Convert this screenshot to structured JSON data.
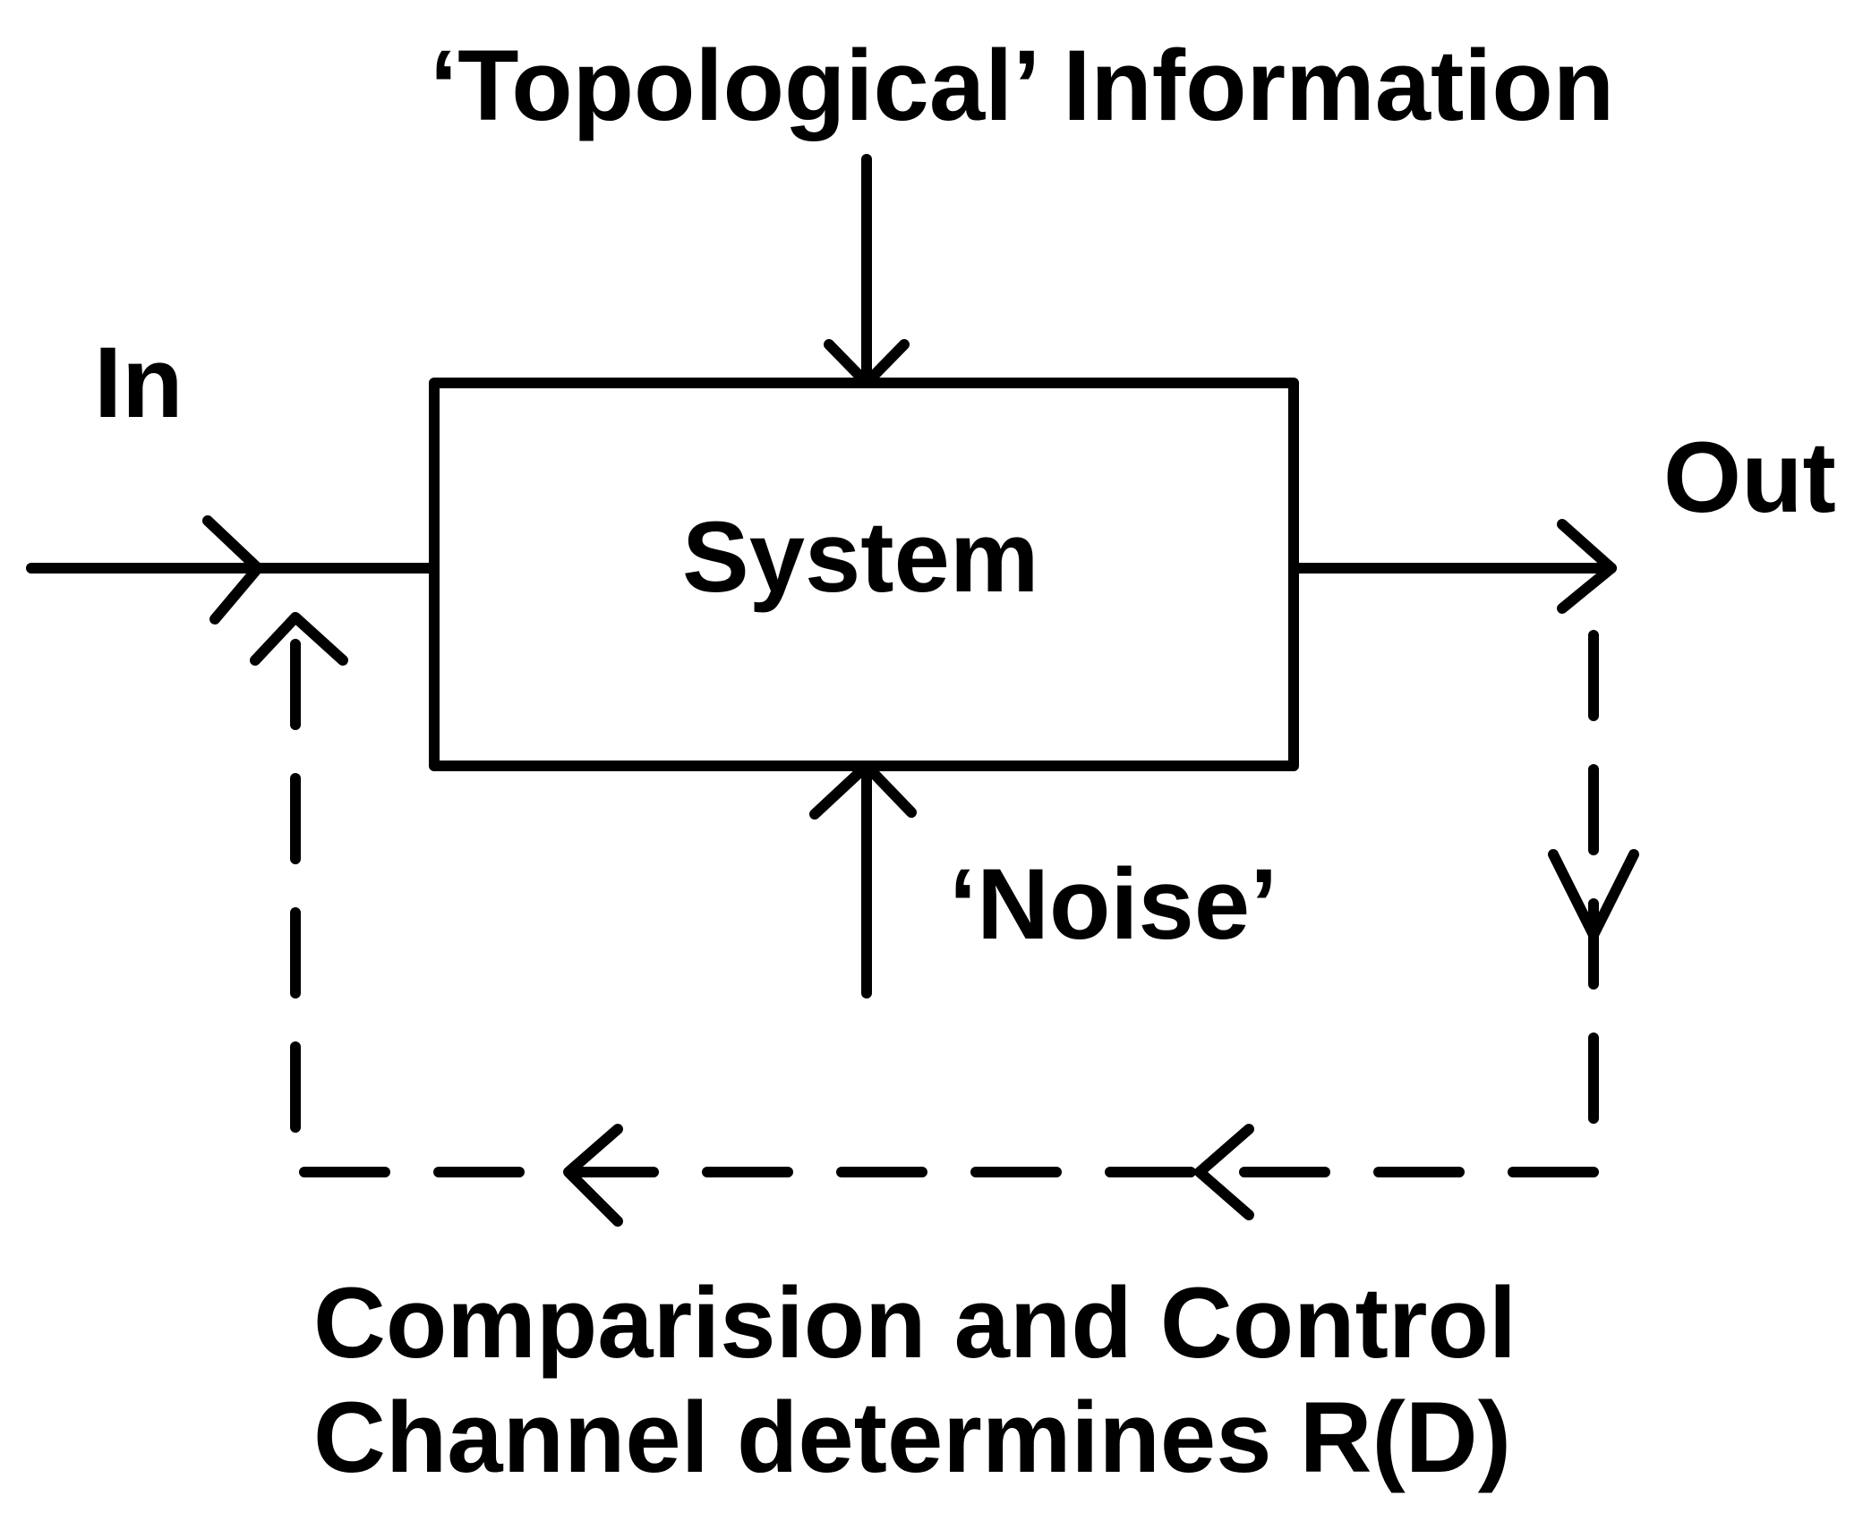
{
  "labels": {
    "topological": "‘Topological’ Information",
    "in": "In",
    "out": "Out",
    "system": "System",
    "noise": "‘Noise’",
    "caption_line1": "Comparision and Control",
    "caption_line2": "Channel determines R(D)"
  },
  "colors": {
    "stroke": "#000000",
    "background": "#ffffff"
  }
}
